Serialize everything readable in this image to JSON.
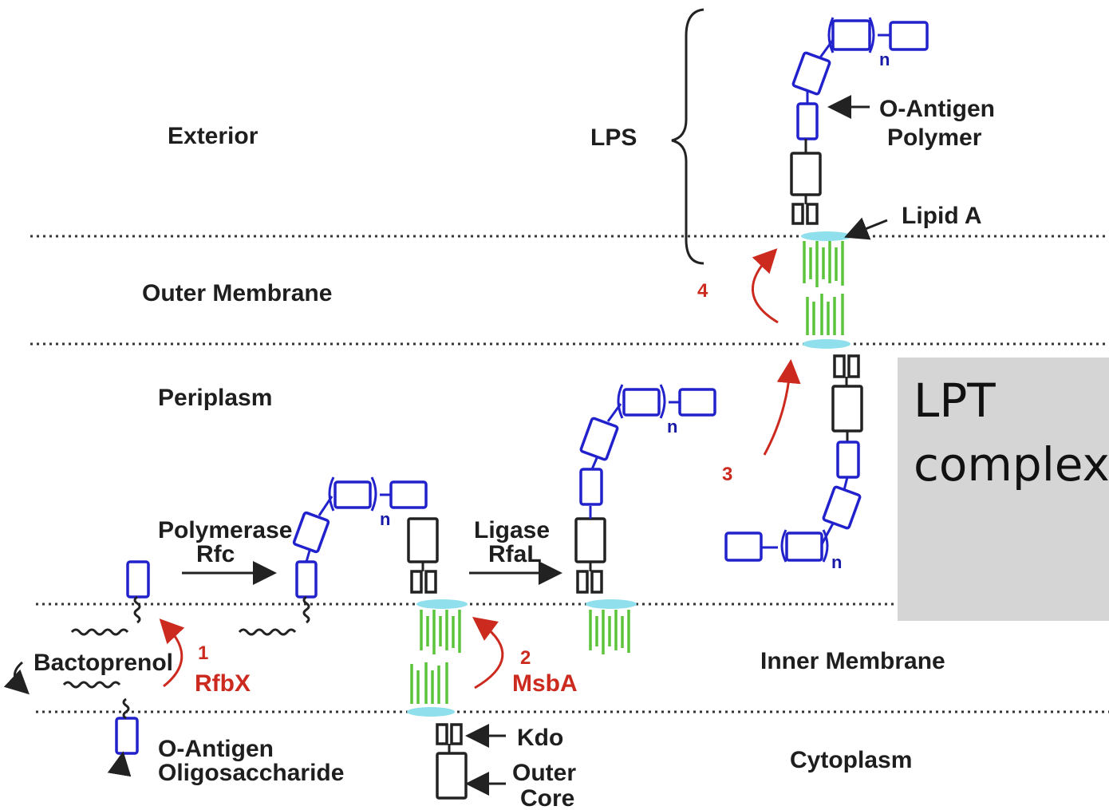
{
  "regions": {
    "exterior": "Exterior",
    "outer_membrane": "Outer Membrane",
    "periplasm": "Periplasm",
    "inner_membrane": "Inner Membrane",
    "cytoplasm": "Cytoplasm"
  },
  "labels": {
    "lps": "LPS",
    "o_antigen_polymer_1": "O-Antigen",
    "o_antigen_polymer_2": "Polymer",
    "lipid_a": "Lipid A",
    "polymerase_1": "Polymerase",
    "polymerase_2": "Rfc",
    "ligase_1": "Ligase",
    "ligase_2": "RfaL",
    "bactoprenol": "Bactoprenol",
    "o_antigen_oligo_1": "O-Antigen",
    "o_antigen_oligo_2": "Oligosaccharide",
    "kdo": "Kdo",
    "outer_core_1": "Outer",
    "outer_core_2": "Core",
    "repeat_n": "n"
  },
  "steps": {
    "step1_num": "1",
    "step1_name": "RfbX",
    "step2_num": "2",
    "step2_name": "MsbA",
    "step3_num": "3",
    "step4_num": "4"
  },
  "overlay": {
    "text": "LPT\ncomplex"
  },
  "colors": {
    "o_antigen": "#2222cc",
    "core": "#222222",
    "lipid_tails": "#5cc43a",
    "lipid_heads": "#8fe0ec",
    "arrows": "#cc2a1e",
    "overlay_bg": "#d5d5d5"
  }
}
